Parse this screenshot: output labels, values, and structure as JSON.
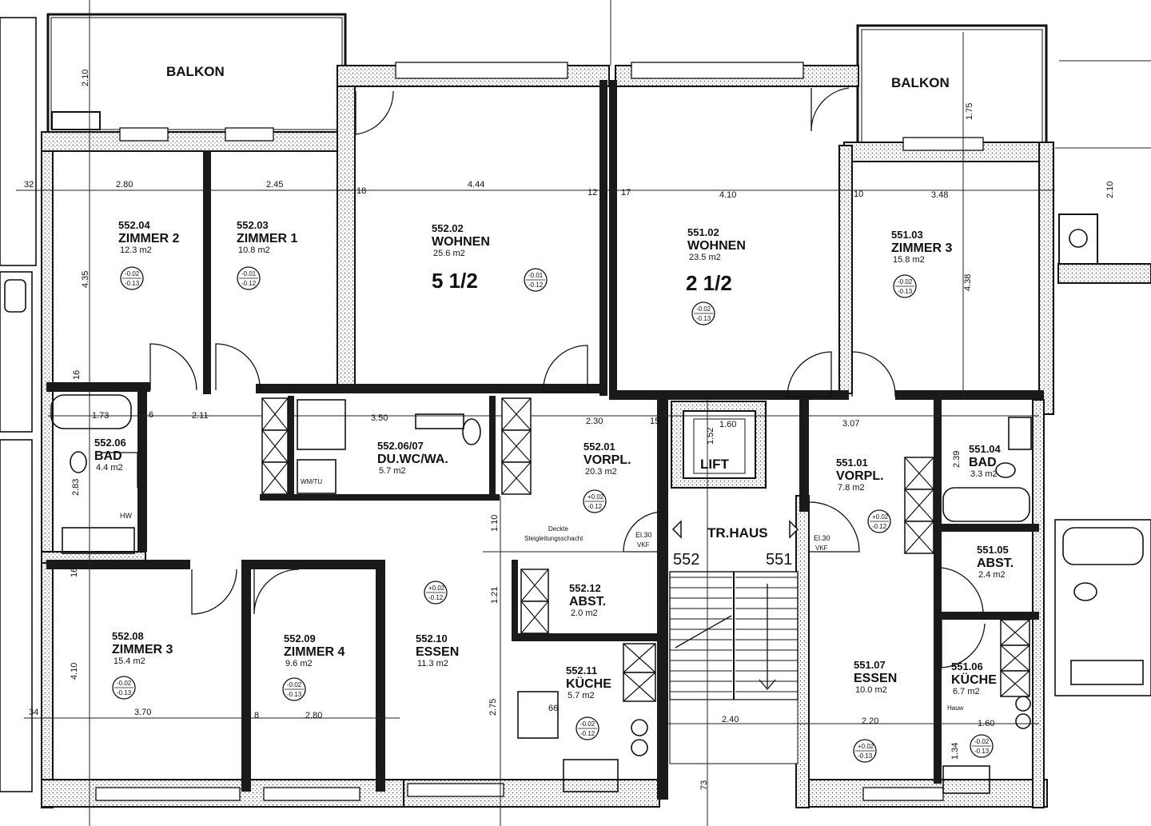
{
  "rooms": [
    {
      "id": "r55204",
      "number": "552.04",
      "name": "ZIMMER 2",
      "area": "12.3 m2",
      "level": "-0.02 -0.13"
    },
    {
      "id": "r55203",
      "number": "552.03",
      "name": "ZIMMER 1",
      "area": "10.8 m2",
      "level": "-0.01 -0.12"
    },
    {
      "id": "r55202",
      "number": "552.02",
      "name": "WOHNEN",
      "area": "25.6 m2",
      "level": "-0.01 -0.12"
    },
    {
      "id": "r55102",
      "number": "551.02",
      "name": "WOHNEN",
      "area": "23.5 m2",
      "level": "-0.02 -0.13"
    },
    {
      "id": "r55103",
      "number": "551.03",
      "name": "ZIMMER 3",
      "area": "15.8 m2",
      "level": "-0.02 -0.13"
    },
    {
      "id": "r55206",
      "number": "552.06",
      "name": "BAD",
      "area": "4.4 m2",
      "level": ""
    },
    {
      "id": "r552067",
      "number": "552.06/07",
      "name": "DU.WC/WA.",
      "area": "5.7 m2",
      "level": ""
    },
    {
      "id": "r55201",
      "number": "552.01",
      "name": "VORPL.",
      "area": "20.3 m2",
      "level": "+0.02 -0.12"
    },
    {
      "id": "r55101",
      "number": "551.01",
      "name": "VORPL.",
      "area": "7.8 m2",
      "level": "+0.02 -0.12"
    },
    {
      "id": "r55104",
      "number": "551.04",
      "name": "BAD",
      "area": "3.3 m2",
      "level": ""
    },
    {
      "id": "r55105",
      "number": "551.05",
      "name": "ABST.",
      "area": "2.4 m2",
      "level": ""
    },
    {
      "id": "r55212",
      "number": "552.12",
      "name": "ABST.",
      "area": "2.0 m2",
      "level": ""
    },
    {
      "id": "r55208",
      "number": "552.08",
      "name": "ZIMMER 3",
      "area": "15.4 m2",
      "level": "-0.02 -0.13"
    },
    {
      "id": "r55209",
      "number": "552.09",
      "name": "ZIMMER 4",
      "area": "9.6 m2",
      "level": "-0.02 -0.13"
    },
    {
      "id": "r55210",
      "number": "552.10",
      "name": "ESSEN",
      "area": "11.3 m2",
      "level": "+0.02 -0.12"
    },
    {
      "id": "r55211",
      "number": "552.11",
      "name": "KÜCHE",
      "area": "5.7 m2",
      "level": "-0.02 -0.12"
    },
    {
      "id": "r55107",
      "number": "551.07",
      "name": "ESSEN",
      "area": "10.0 m2",
      "level": "+0.02 -0.13"
    },
    {
      "id": "r55106",
      "number": "551.06",
      "name": "KÜCHE",
      "area": "6.7 m2",
      "level": "-0.02 -0.13"
    }
  ],
  "labels": {
    "balkon_left": "BALKON",
    "balkon_right": "BALKON",
    "apt_left": "5 1/2",
    "apt_right": "2 1/2",
    "lift": "LIFT",
    "treppenhaus": "TR.HAUS",
    "unit_552": "552",
    "unit_551": "551",
    "wm_tu": "WM/TU",
    "steigzone_1": "Deckte",
    "steigzone_2": "Steigleitungsschacht",
    "el_1": "El.30",
    "el_2": "El.30",
    "el_sub_1": "VKF",
    "el_sub_2": "VKF",
    "hw": "HW",
    "hw2": "Hauw"
  },
  "dimensions": {
    "d280": "2.80",
    "d245": "2.45",
    "d444": "4.44",
    "d410": "4.10",
    "d348": "3.48",
    "d211": "2.11",
    "d350": "3.50",
    "d230": "2.30",
    "d307": "3.07",
    "d173": "1.73",
    "d370": "3.70",
    "d280b": "2.80",
    "d240": "2.40",
    "d220": "2.20",
    "d160": "1.60",
    "d160b": "1.60",
    "d152": "1.52",
    "d110": "1.10",
    "d121": "1.21",
    "d275": "2.75",
    "d210a": "2.10",
    "d210b": "2.10",
    "d435": "4.35",
    "d438": "4.38",
    "d410v": "4.10",
    "d283": "2.83",
    "d239": "2.39",
    "d175": "1.75",
    "d134": "1.34",
    "d73": "73",
    "d32": "32",
    "d34": "34",
    "d16a": "16",
    "d16b": "16",
    "d12": "12",
    "d17": "17",
    "d10": "10",
    "d15": "15",
    "d6": "6",
    "d8": "8",
    "d18": "18",
    "d66": "66"
  },
  "colors": {
    "ink": "#111111",
    "paper": "#ffffff",
    "hatch": "#777777"
  }
}
